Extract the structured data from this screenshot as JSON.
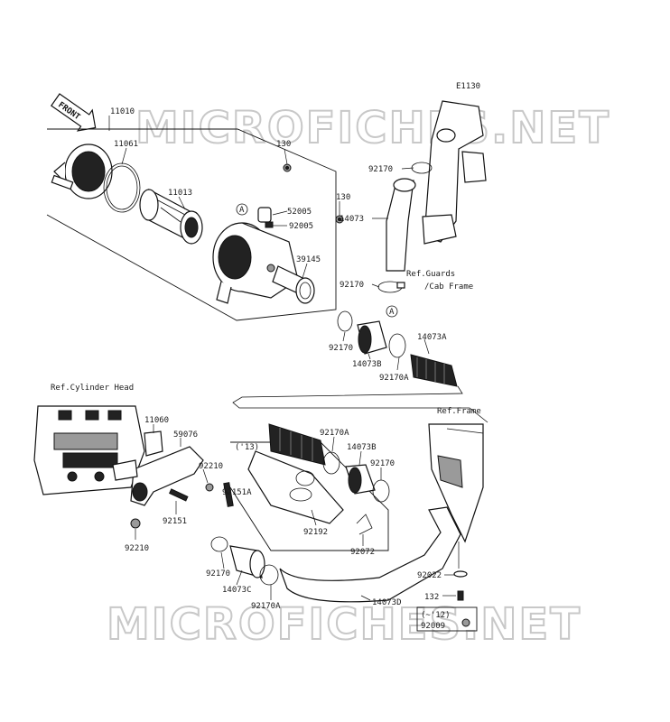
{
  "diagram_code": "E1130",
  "front_badge": "FRONT",
  "watermark": "MICROFICHES.NET",
  "refs": {
    "cylinder_head": "Ref.Cylinder Head",
    "frame": "Ref.Frame",
    "guards_line1": "Ref.Guards",
    "guards_line2": "/Cab Frame"
  },
  "callout_a": "A",
  "year_13": "('13)",
  "year_12": "(~'12)",
  "parts": {
    "p11010": "11010",
    "p11061": "11061",
    "p11013": "11013",
    "p130a": "130",
    "p130b": "130",
    "p52005": "52005",
    "p92005": "92005",
    "p39145": "39145",
    "p92170_top": "92170",
    "p14073": "14073",
    "p92170_mid": "92170",
    "p92170_left": "92170",
    "p14073B_top": "14073B",
    "p92170A_top": "92170A",
    "p14073A": "14073A",
    "p11060": "11060",
    "p59076": "59076",
    "p92210a": "92210",
    "p92151A": "92151A",
    "p92151": "92151",
    "p92210b": "92210",
    "p92170A_mid": "92170A",
    "p14073B_mid": "14073B",
    "p92170_r": "92170",
    "p92192": "92192",
    "p92072": "92072",
    "p92170_low": "92170",
    "p14073C": "14073C",
    "p92170A_low": "92170A",
    "p14073D": "14073D",
    "p92022": "92022",
    "p132": "132",
    "p92009": "92009"
  }
}
